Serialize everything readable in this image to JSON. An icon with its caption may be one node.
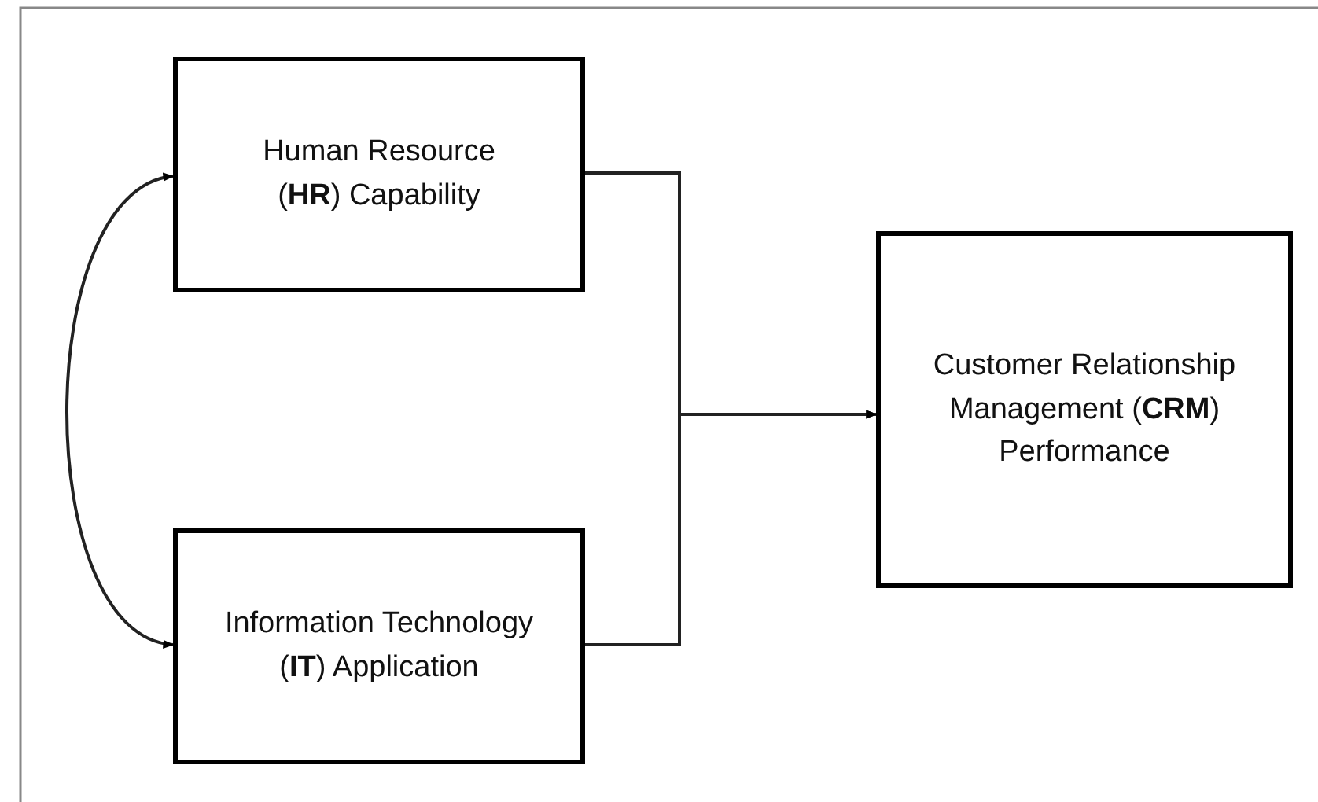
{
  "diagram": {
    "nodes": [
      {
        "text": [
          "Human Resource (**HR**) Capability"
        ]
      },
      {
        "text": [
          "Information Technology (**IT**) Application"
        ]
      },
      {
        "text": [
          "Customer Relationship Management (**CRM**) Performance"
        ]
      }
    ],
    "edges": [
      {
        "from": 0,
        "to": 2,
        "arrow": "to"
      },
      {
        "from": 1,
        "to": 2,
        "arrow": "to"
      },
      {
        "from": 0,
        "to": 1,
        "arrow": "both"
      }
    ]
  }
}
